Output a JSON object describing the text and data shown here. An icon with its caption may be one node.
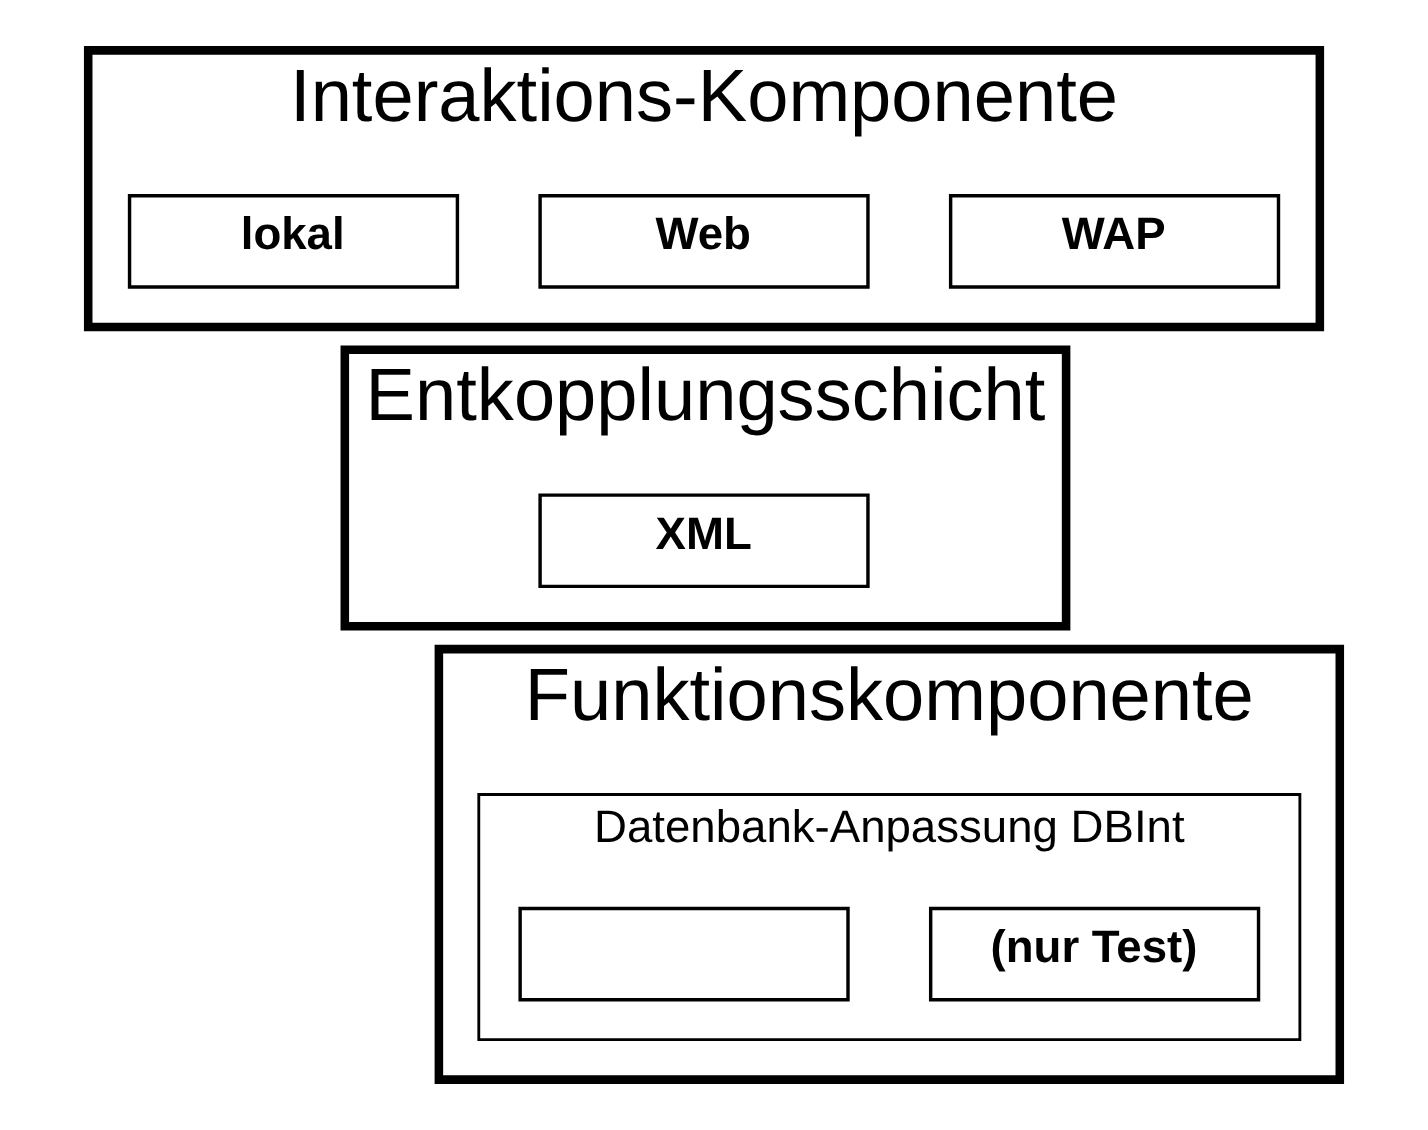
{
  "diagram": {
    "nodes": [
      {
        "text": [
          "Interaktions-Komponente"
        ]
      },
      {
        "text": [
          "lokal"
        ],
        "in": 0
      },
      {
        "text": [
          "Web"
        ],
        "in": 0
      },
      {
        "text": [
          "WAP"
        ],
        "in": 0
      },
      {
        "text": [
          "Entkopplungsschicht"
        ]
      },
      {
        "text": [
          "XML"
        ],
        "in": 4
      },
      {
        "text": [
          "Funktionskomponente"
        ]
      },
      {
        "text": [
          "Datenbank-Anpassung DBInt"
        ],
        "in": 6
      },
      {
        "text": [],
        "shape": "box",
        "in": 7
      },
      {
        "text": [
          "(nur Test)"
        ],
        "in": 7
      }
    ]
  }
}
